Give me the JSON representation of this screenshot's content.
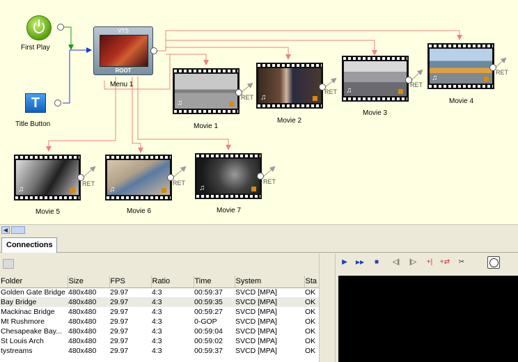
{
  "canvas": {
    "first_play": {
      "label": "First Play"
    },
    "title_button": {
      "label": "Title Button",
      "glyph": "T"
    },
    "menu": {
      "label": "Menu 1",
      "top_text": "VTS",
      "bottom_text": "ROOT"
    },
    "ret_label": "RET",
    "note_glyph": "♫",
    "movies": [
      {
        "label": "Movie 1"
      },
      {
        "label": "Movie 2"
      },
      {
        "label": "Movie 3"
      },
      {
        "label": "Movie 4"
      },
      {
        "label": "Movie 5"
      },
      {
        "label": "Movie 6"
      },
      {
        "label": "Movie 7"
      }
    ],
    "colors": {
      "link": "#f08080",
      "first_play_link": "#1a9a1a",
      "title_link": "#1a3adf",
      "ret_link": "#9a9a9a"
    }
  },
  "tabs": {
    "connections": "Connections"
  },
  "table": {
    "columns": [
      "Folder",
      "Size",
      "FPS",
      "Ratio",
      "Time",
      "System",
      "Sta"
    ],
    "rows": [
      [
        "Golden Gate Bridge",
        "480x480",
        "29.97",
        "4:3",
        "00:59:37",
        "SVCD [MPA]",
        "OK"
      ],
      [
        "Bay Bridge",
        "480x480",
        "29.97",
        "4:3",
        "00:59:35",
        "SVCD [MPA]",
        "OK"
      ],
      [
        "Mackinac Bridge",
        "480x480",
        "29.97",
        "4:3",
        "00:59:27",
        "SVCD [MPA]",
        "OK"
      ],
      [
        "Mt Rushmore",
        "480x480",
        "29.97",
        "4:3",
        "0-GOP",
        "SVCD [MPA]",
        "OK"
      ],
      [
        "Chesapeake Bay...",
        "480x480",
        "29.97",
        "4:3",
        "00:59:04",
        "SVCD [MPA]",
        "OK"
      ],
      [
        "St Louis Arch",
        "480x480",
        "29.97",
        "4:3",
        "00:59:02",
        "SVCD [MPA]",
        "OK"
      ],
      [
        "tystreams",
        "480x480",
        "29.97",
        "4:3",
        "00:59:37",
        "SVCD [MPA]",
        "OK"
      ]
    ]
  },
  "toolbar": {
    "play": "▶",
    "fast_forward": "▶▶",
    "stop": "■",
    "prev_frame": "◁|",
    "next_frame": "|▷",
    "mark_in": "+|",
    "add_chapter": "+⇄",
    "film_cut": "✂"
  }
}
